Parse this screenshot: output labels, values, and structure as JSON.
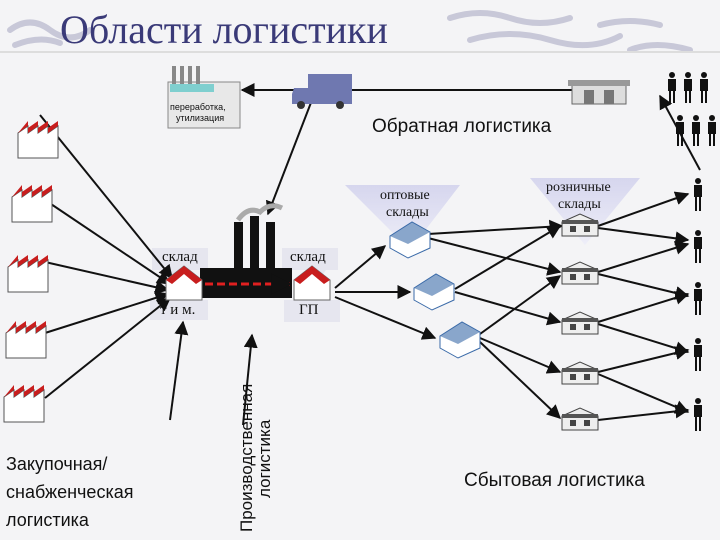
{
  "title": "Области логистики",
  "labels": {
    "recycling_line1": "переработка,",
    "recycling_line2": "утилизация",
    "reverse_logistics": "Обратная логистика",
    "wholesale_line1": "оптовые",
    "wholesale_line2": "склады",
    "retail_line1": "розничные",
    "retail_line2": "склады",
    "warehouse_left": "склад",
    "warehouse_right": "склад",
    "materials_abbrev": "т и м.",
    "finished_goods_abbrev": "ГП",
    "production_line1": "Производственная",
    "production_line2": "логистика",
    "purchasing_line1": "Закупочная/",
    "purchasing_line2": "снабженческая",
    "purchasing_line3": "логистика",
    "sales_logistics": "Сбытовая логистика"
  },
  "icons": {
    "supplier_factory": "factory-icon",
    "truck": "truck-icon",
    "shop": "shop-icon",
    "customer": "person-icon",
    "warehouse": "warehouse-icon",
    "plant": "factory-icon"
  },
  "colors": {
    "title": "#3a3a78",
    "roof_red": "#c81e1e",
    "funnel": "#d0d0e8",
    "truck": "#6f78b0",
    "arrow": "#111111"
  }
}
